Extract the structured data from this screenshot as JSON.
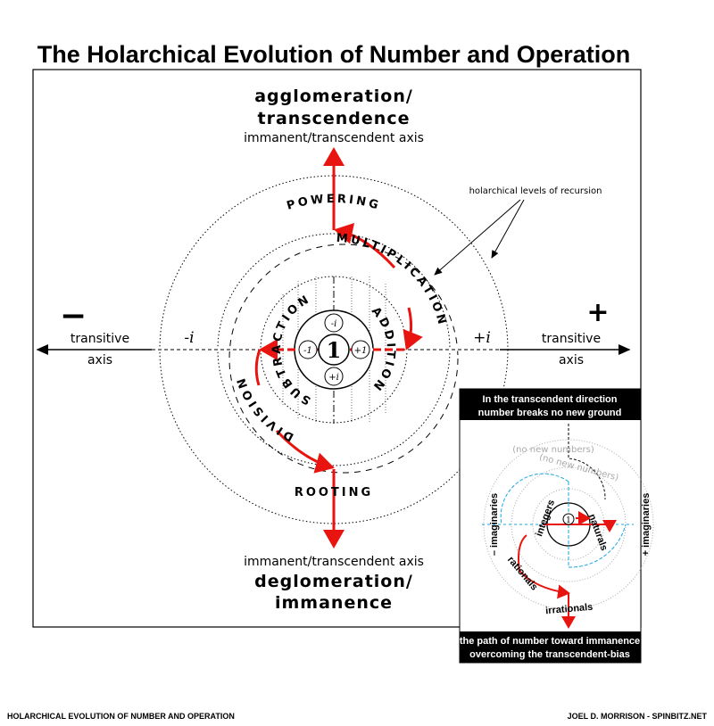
{
  "title": "The Holarchical Evolution of Number and Operation",
  "top": {
    "line1": "agglomeration/",
    "line2": "transcendence",
    "axis": "immanent/transcendent axis"
  },
  "bottom": {
    "axis": "immanent/transcendent axis",
    "line1": "deglomeration/",
    "line2": "immanence"
  },
  "left": {
    "sign": "−",
    "line1": "transitive",
    "line2": "axis",
    "imag": "-i"
  },
  "right": {
    "sign": "+",
    "line1": "transitive",
    "line2": "axis",
    "imag": "+i"
  },
  "annotation": "holarchical levels of recursion",
  "operations": {
    "powering": "POWERING",
    "multiplication": "MULTIPLICATION",
    "addition": "ADDITION",
    "subtraction": "SUBTRACTION",
    "division": "DIVISION",
    "rooting": "ROOTING"
  },
  "center": {
    "one": "1",
    "minus_one": "-1",
    "plus_one": "+1",
    "minus_i": "-i",
    "plus_i": "+i"
  },
  "inset": {
    "header1": "In the transcendent direction",
    "header2": "number breaks no new ground",
    "no_new_outer": "(no new numbers)",
    "no_new_inner": "(no new numbers)",
    "one": "1",
    "naturals": "naturals",
    "integers": "integers",
    "rationals": "rationals",
    "irrationals": "irrationals",
    "neg_imag": "– imaginaries",
    "pos_imag": "+ imaginaries",
    "footer1": "the path of  number toward immanence",
    "footer2": "overcoming the transcendent-bias"
  },
  "footer": {
    "left": "HOLARCHICAL EVOLUTION OF NUMBER AND OPERATION",
    "right": "JOEL D. MORRISON - SPINBITZ.NET"
  },
  "colors": {
    "accent": "#e8140f",
    "cyan": "#1aa7e0",
    "gray": "#9a9a9a"
  }
}
